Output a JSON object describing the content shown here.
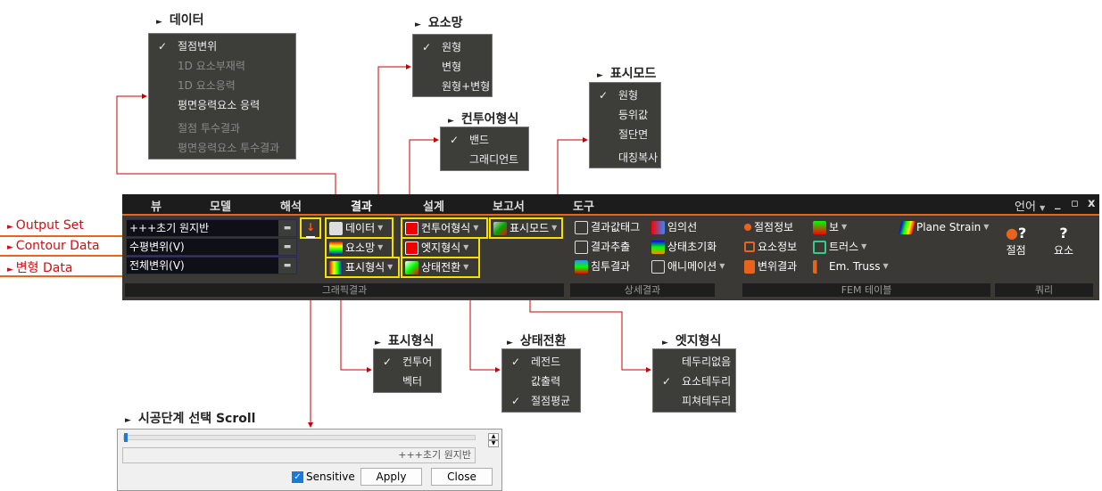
{
  "callouts": {
    "data": {
      "title": "데이터",
      "items": [
        {
          "label": "절점변위",
          "checked": true,
          "enabled": true
        },
        {
          "label": "1D 요소부재력",
          "enabled": false
        },
        {
          "label": "1D 요소응력",
          "enabled": false
        },
        {
          "label": "평면응력요소 응력",
          "enabled": true
        },
        {
          "label": "절점 투수결과",
          "enabled": false
        },
        {
          "label": "평면응력요소 투수결과",
          "enabled": false
        }
      ]
    },
    "mesh": {
      "title": "요소망",
      "items": [
        {
          "label": "원형",
          "checked": true
        },
        {
          "label": "변형"
        },
        {
          "label": "원형+변형"
        }
      ]
    },
    "contour": {
      "title": "컨투어형식",
      "items": [
        {
          "label": "밴드",
          "checked": true
        },
        {
          "label": "그래디언트"
        }
      ]
    },
    "display_mode": {
      "title": "표시모드",
      "items": [
        {
          "label": "원형",
          "checked": true
        },
        {
          "label": "등위값"
        },
        {
          "label": "절단면"
        },
        {
          "label": "대칭복사"
        }
      ]
    },
    "display_type": {
      "title": "표시형식",
      "items": [
        {
          "label": "컨투어",
          "checked": true
        },
        {
          "label": "벡터"
        }
      ]
    },
    "state": {
      "title": "상태전환",
      "items": [
        {
          "label": "레전드",
          "checked": true
        },
        {
          "label": "값출력"
        },
        {
          "label": "절점평균",
          "checked": true
        }
      ]
    },
    "edge": {
      "title": "엣지형식",
      "items": [
        {
          "label": "테두리없음"
        },
        {
          "label": "요소테두리",
          "checked": true
        },
        {
          "label": "피쳐테두리"
        }
      ]
    },
    "scroll": {
      "title": "시공단계 선택 Scroll"
    }
  },
  "left_labels": [
    "Output Set",
    "Contour Data",
    "변형 Data"
  ],
  "tabs": [
    "뷰",
    "모델",
    "해석",
    "결과",
    "설계",
    "보고서",
    "도구"
  ],
  "active_tab": "결과",
  "window": {
    "language": "언어",
    "minimize": "_",
    "restore": "▫",
    "close": "x"
  },
  "graphic": {
    "combos": [
      "+++초기 원지반",
      "수평변위(V)",
      "전체변위(V)"
    ],
    "buttons": [
      "데이터",
      "요소망",
      "표시형식",
      "컨투어형식",
      "엣지형식",
      "상태전환",
      "표시모드"
    ],
    "label": "그래픽결과"
  },
  "detail": {
    "buttons": [
      "결과값태그",
      "결과추출",
      "침투결과",
      "임의선",
      "상태초기화",
      "애니메이션"
    ],
    "label": "상세결과"
  },
  "fem": {
    "buttons": [
      "절점정보",
      "요소정보",
      "변위결과",
      "보",
      "트러스",
      "Em. Truss",
      "Plane Strain"
    ],
    "label": "FEM 테이블"
  },
  "query": {
    "buttons": [
      "절점",
      "요소"
    ],
    "label": "쿼리"
  },
  "dialog": {
    "value": "+++초기 원지반",
    "sensitive": "Sensitive",
    "sensitive_checked": true,
    "apply": "Apply",
    "close": "Close",
    "slider": 0.0
  },
  "colors": {
    "accent": "#e8641c",
    "highlight": "#f5e000",
    "callout": "#d01010"
  }
}
